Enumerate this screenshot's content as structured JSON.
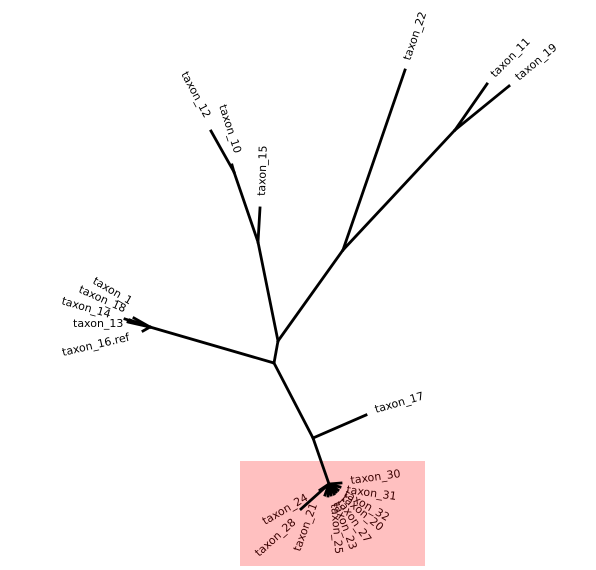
{
  "tree": {
    "highlight_color": "#ffc0c0",
    "edge_color": "#000000",
    "taxa": [
      {
        "id": "t22",
        "label": "taxon_22"
      },
      {
        "id": "t11",
        "label": "taxon_11"
      },
      {
        "id": "t19",
        "label": "taxon_19"
      },
      {
        "id": "t12",
        "label": "taxon_12"
      },
      {
        "id": "t10",
        "label": "taxon_10"
      },
      {
        "id": "t15",
        "label": "taxon_15"
      },
      {
        "id": "t1",
        "label": "taxon_1"
      },
      {
        "id": "t18",
        "label": "taxon_18"
      },
      {
        "id": "t14",
        "label": "taxon_14"
      },
      {
        "id": "t13",
        "label": "taxon_13"
      },
      {
        "id": "t16",
        "label": "taxon_16.ref"
      },
      {
        "id": "t17",
        "label": "taxon_17"
      },
      {
        "id": "t30",
        "label": "taxon_30"
      },
      {
        "id": "t31",
        "label": "taxon_31"
      },
      {
        "id": "t32",
        "label": "taxon_32"
      },
      {
        "id": "t20",
        "label": "taxon_20"
      },
      {
        "id": "t27",
        "label": "taxon_27"
      },
      {
        "id": "t23",
        "label": "taxon_23"
      },
      {
        "id": "t25",
        "label": "taxon_25"
      },
      {
        "id": "t21",
        "label": "taxon_21"
      },
      {
        "id": "t24",
        "label": "taxon_24"
      },
      {
        "id": "t28",
        "label": "taxon_28"
      }
    ]
  }
}
